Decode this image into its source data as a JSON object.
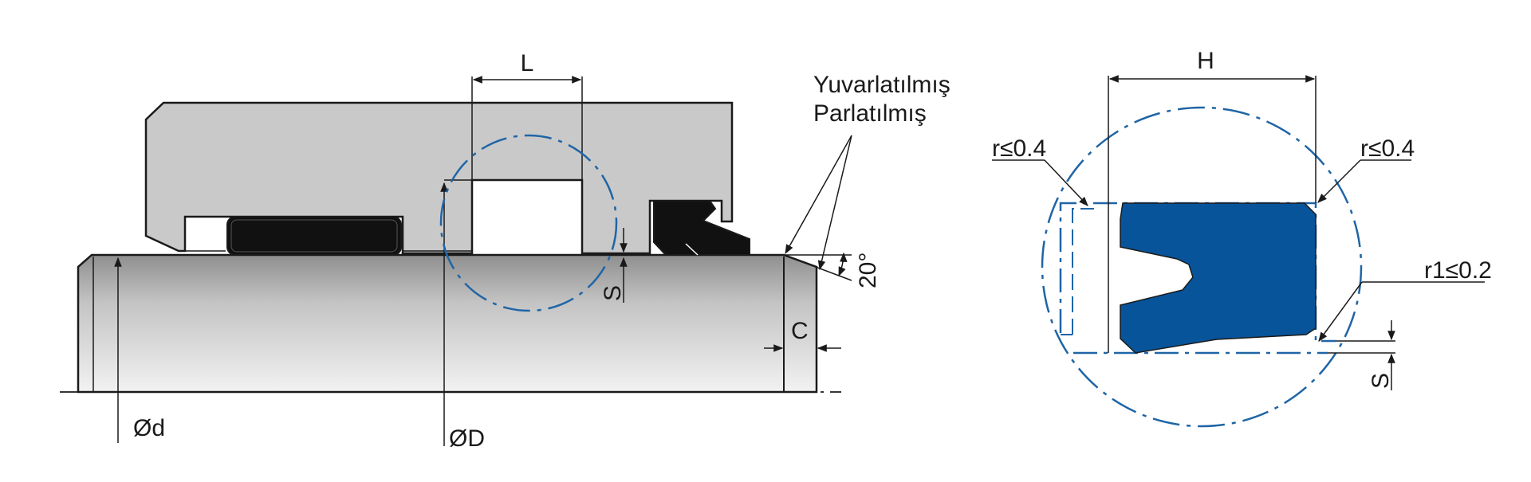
{
  "labels": {
    "L": "L",
    "S": "S",
    "C": "C",
    "d": "Ød",
    "D": "ØD",
    "angle": "20°",
    "note_line1": "Yuvarlatılmış",
    "note_line2": "Parlatılmış",
    "H": "H",
    "r_left": "r≤0.4",
    "r_right": "r≤0.4",
    "r1": "r1≤0.2",
    "S_detail": "S"
  },
  "colors": {
    "housing_fill": "#c9c9c9",
    "seal_blue": "#08549a",
    "detail_circle": "#1f65a6",
    "line": "#1a1a1a",
    "o_ring": "#111111"
  }
}
